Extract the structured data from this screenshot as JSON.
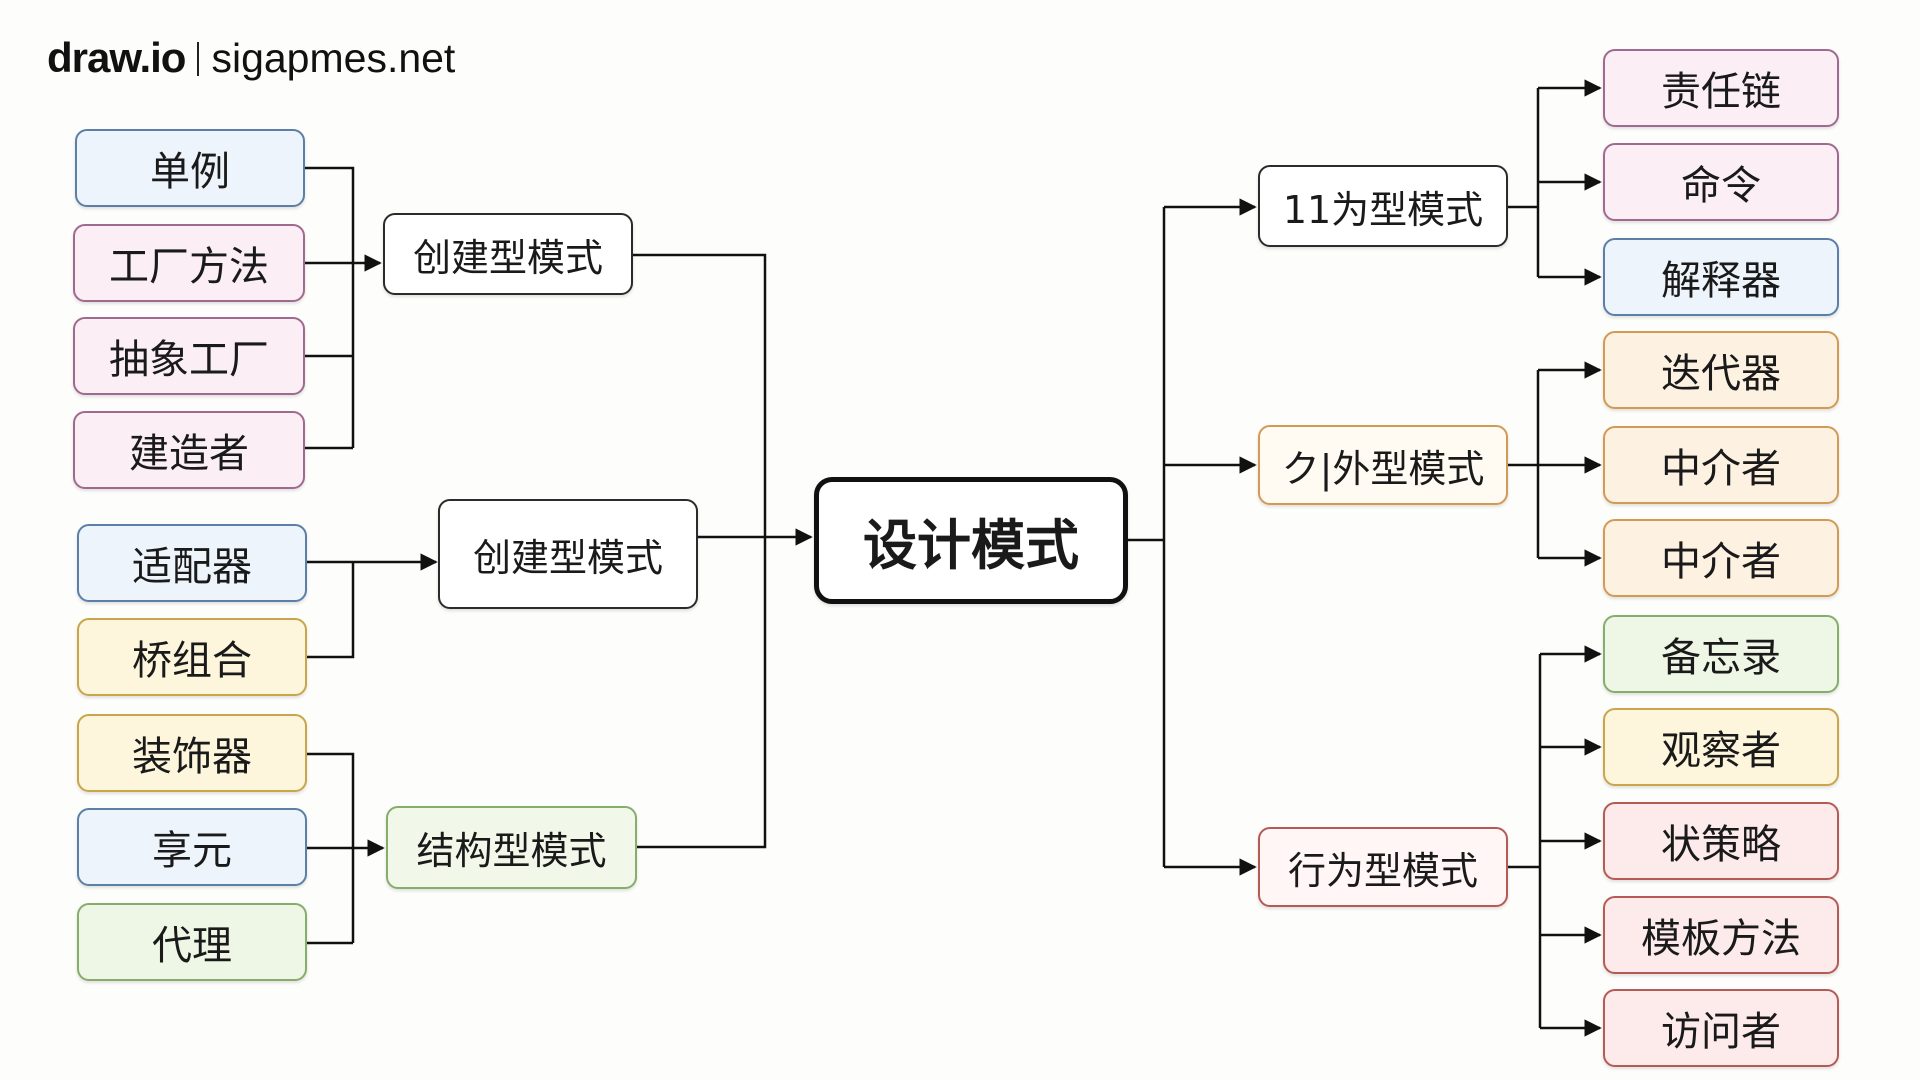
{
  "brand": {
    "logo": "draw.io",
    "site": "sigapmes.net"
  },
  "root": "设计模式",
  "groups": {
    "creational_a": "创建型模式",
    "creational_b": "创建型模式",
    "structural": "结构型模式",
    "behavioral_a": "11为型模式",
    "behavioral_b": "ク|外型模式",
    "behavioral_c": "行为型模式"
  },
  "left_leaves": [
    "单例",
    "工厂方法",
    "抽象工厂",
    "建造者",
    "适配器",
    "桥组合",
    "装饰器",
    "享元",
    "代理"
  ],
  "right_leaves": [
    "责任链",
    "命令",
    "解释器",
    "迭代器",
    "中介者",
    "中介者",
    "备忘录",
    "观察者",
    "状策略",
    "模板方法",
    "访问者"
  ],
  "colors": {
    "pink": {
      "bg": "#fbeef5",
      "border": "#a06a90"
    },
    "blue": {
      "bg": "#eef4fb",
      "border": "#5b7fa6"
    },
    "yellow": {
      "bg": "#fdf6dc",
      "border": "#c9a64a"
    },
    "green": {
      "bg": "#eef7e6",
      "border": "#86ad6a"
    },
    "orange": {
      "bg": "#fdf1e2",
      "border": "#d39a55"
    },
    "red": {
      "bg": "#fcebea",
      "border": "#b55a55"
    },
    "line": "#111111"
  }
}
